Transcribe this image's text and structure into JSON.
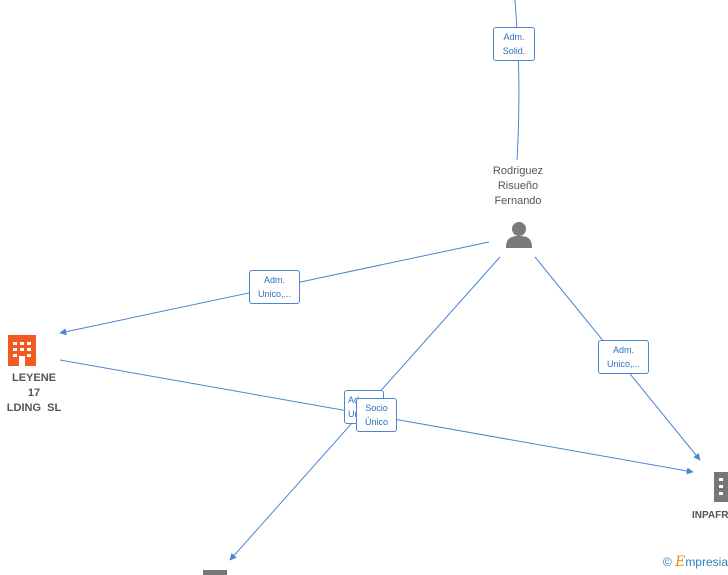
{
  "colors": {
    "edge": "#4a86d0",
    "company_highlight": "#f25a22",
    "company": "#777777",
    "person": "#7a7a7a",
    "watermark": "#2a7fbf",
    "watermark_accent": "#f08a1e"
  },
  "nodes": {
    "person": {
      "line1": "Rodriguez",
      "line2": "Risueño",
      "line3": "Fernando",
      "icon": "person-icon"
    },
    "company_left": {
      "line1": "LEYENE",
      "line2": "17",
      "line3": "LDING  SL",
      "icon": "building-icon"
    },
    "company_right": {
      "line1": "INPAFR",
      "icon": "building-icon"
    },
    "company_bottom": {
      "icon": "building-icon"
    }
  },
  "edges": {
    "top": {
      "line1": "Adm.",
      "line2": "Solid."
    },
    "left": {
      "line1": "Adm.",
      "line2": "Unico,..."
    },
    "right": {
      "line1": "Adm.",
      "line2": "Unico,..."
    },
    "center_back": {
      "line1": "Adm.",
      "line2": "Unico,..."
    },
    "center_front": {
      "line1": "Socio",
      "line2": "Único"
    }
  },
  "watermark": {
    "symbol": "©",
    "brand_initial": "E",
    "brand_rest": "mpresia"
  }
}
